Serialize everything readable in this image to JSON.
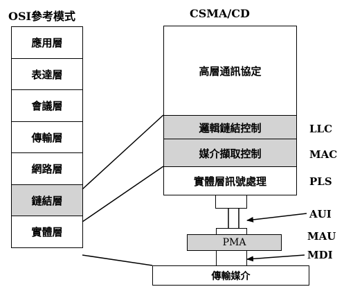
{
  "osi": {
    "title": "OSI參考模式",
    "layers": [
      {
        "label": "應用層",
        "highlighted": false
      },
      {
        "label": "表達層",
        "highlighted": false
      },
      {
        "label": "會議層",
        "highlighted": false
      },
      {
        "label": "傳輸層",
        "highlighted": false
      },
      {
        "label": "網路層",
        "highlighted": false
      },
      {
        "label": "鏈結層",
        "highlighted": true
      },
      {
        "label": "實體層",
        "highlighted": false
      }
    ]
  },
  "csma": {
    "title": "CSMA/CD",
    "upper_label": "高層通訊協定",
    "llc_box": "邏輯鏈結控制",
    "mac_box": "媒介擷取控制",
    "pls_box": "實體層訊號處理",
    "pma_box": "PMA",
    "medium_box": "傳輸媒介"
  },
  "labels": {
    "llc": "LLC",
    "mac": "MAC",
    "pls": "PLS",
    "aui": "AUI",
    "mau": "MAU",
    "mdi": "MDI"
  },
  "colors": {
    "highlight": "#d3d3d3",
    "line": "#000000"
  }
}
